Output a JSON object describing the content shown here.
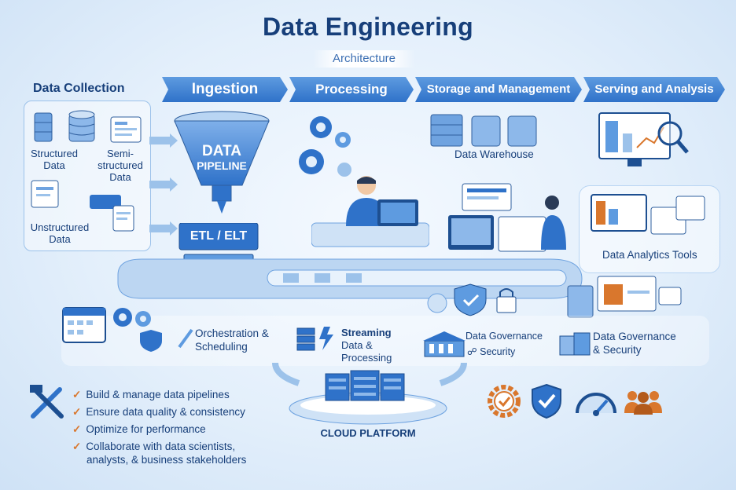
{
  "title": "Data Engineering",
  "subtitle": "Architecture",
  "stages": {
    "collection": "Data Collection",
    "ingestion": "Ingestion",
    "processing": "Processing",
    "storage": "Storage and Management",
    "serving": "Serving and Analysis"
  },
  "sources": {
    "structured": [
      "Structured",
      "Data"
    ],
    "semi": [
      "Semi-",
      "structured",
      "Data"
    ],
    "unstructured": [
      "Unstructured",
      "Data"
    ]
  },
  "pipeline": {
    "funnel_line1": "DATA",
    "funnel_line2": "PIPELINE",
    "etl": "ETL / ELT"
  },
  "storage": {
    "warehouse": "Data Warehouse"
  },
  "serving": {
    "analytics_tools": "Data Analytics Tools"
  },
  "bottom_row": {
    "orchestration": [
      "Orchestration &",
      "Scheduling"
    ],
    "streaming": [
      "Streaming",
      "Data &",
      "Processing"
    ],
    "governance_left": [
      "Data Governance",
      "Security"
    ],
    "governance_right": [
      "Data Governance",
      "& Security"
    ]
  },
  "cloud": "CLOUD PLATFORM",
  "responsibilities": [
    "Build & manage data pipelines",
    "Ensure data quality & consistency",
    "Optimize for performance",
    "Collaborate with data scientists,",
    "analysts, & business stakeholders"
  ],
  "colors": {
    "primary": "#2f72c9",
    "dark": "#173f7a",
    "accent_orange": "#d9772d",
    "light": "#e3effb"
  },
  "icons": [
    "wrench-hammer-icon",
    "gear-check-icon",
    "shield-check-icon",
    "gauge-icon",
    "team-icon"
  ]
}
